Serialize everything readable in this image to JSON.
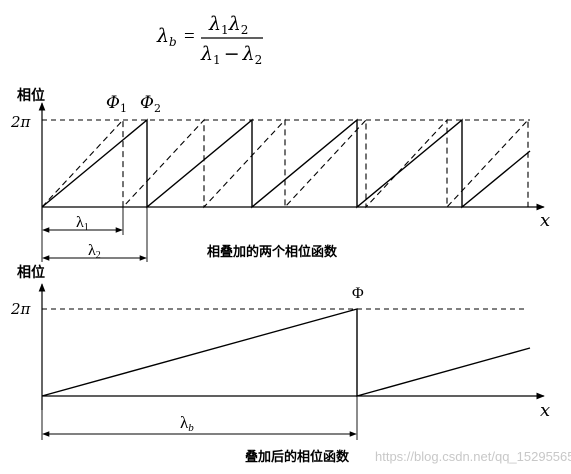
{
  "formula": {
    "lhs_main": "λ",
    "lhs_sub": "b",
    "equals": "=",
    "num_a": "λ",
    "num_a_sub": "1",
    "num_b": "λ",
    "num_b_sub": "2",
    "den_a": "λ",
    "den_a_sub": "1",
    "den_op": "−",
    "den_b": "λ",
    "den_b_sub": "2"
  },
  "top": {
    "ylabel": "相位",
    "ytick": "2π",
    "xlabel": "x",
    "phi1": "Φ",
    "phi1_sub": "1",
    "phi2": "Φ",
    "phi2_sub": "2",
    "lambda1": "λ",
    "lambda1_sub": "1",
    "lambda2": "λ",
    "lambda2_sub": "2",
    "caption": "相叠加的两个相位函数"
  },
  "bottom": {
    "ylabel": "相位",
    "ytick": "2π",
    "xlabel": "x",
    "phi": "Φ",
    "lambdab": "λ",
    "lambdab_sub": "b",
    "caption": "叠加后的相位函数"
  },
  "watermark": "https://blog.csdn.net/qq_15295565",
  "colors": {
    "ink": "#000000",
    "watermark": "#c8c8c8",
    "background": "#ffffff"
  }
}
